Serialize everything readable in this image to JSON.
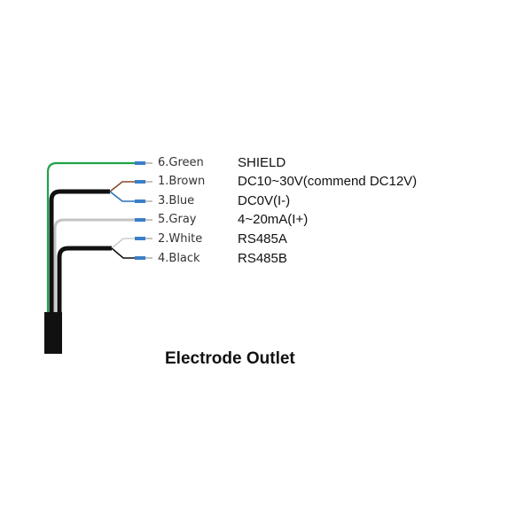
{
  "diagram": {
    "wires": [
      {
        "label": "6.Green",
        "function": "SHIELD",
        "color": "#1fa34a"
      },
      {
        "label": "1.Brown",
        "function": "DC10~30V(commend DC12V)",
        "color": "#8a4a2a"
      },
      {
        "label": "3.Blue",
        "function": "DC0V(I-)",
        "color": "#2a6fb8"
      },
      {
        "label": "5.Gray",
        "function": "4~20mA(I+)",
        "color": "#b8b8b8"
      },
      {
        "label": "2.White",
        "function": "RS485A",
        "color": "#d8d8d8"
      },
      {
        "label": "4.Black",
        "function": "RS485B",
        "color": "#111111"
      }
    ],
    "caption": "Electrode Outlet",
    "cable_color": "#111111",
    "terminal_color": "#3a7fc8"
  }
}
